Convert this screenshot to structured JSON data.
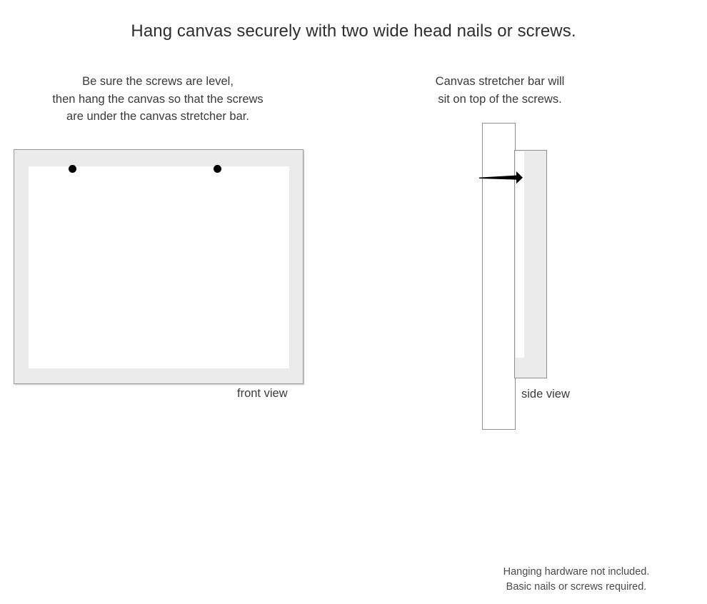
{
  "title": "Hang canvas securely with two wide head nails or screws.",
  "captions": {
    "left": "Be sure the screws are level,\nthen hang the canvas so that the screws\nare under the canvas stretcher bar.",
    "right": "Canvas stretcher bar will\nsit on top of the screws."
  },
  "figures": {
    "front": {
      "label": "front view",
      "screw_count": 2
    },
    "side": {
      "label": "side view"
    }
  },
  "footer": "Hanging hardware not included.\nBasic nails or screws required.",
  "colors": {
    "frame_gray": "#ebebeb",
    "outline_gray": "#8f8f8f",
    "screw_black": "#000000",
    "canvas_white": "#ffffff",
    "text": "#333333",
    "background": "#ffffff"
  }
}
